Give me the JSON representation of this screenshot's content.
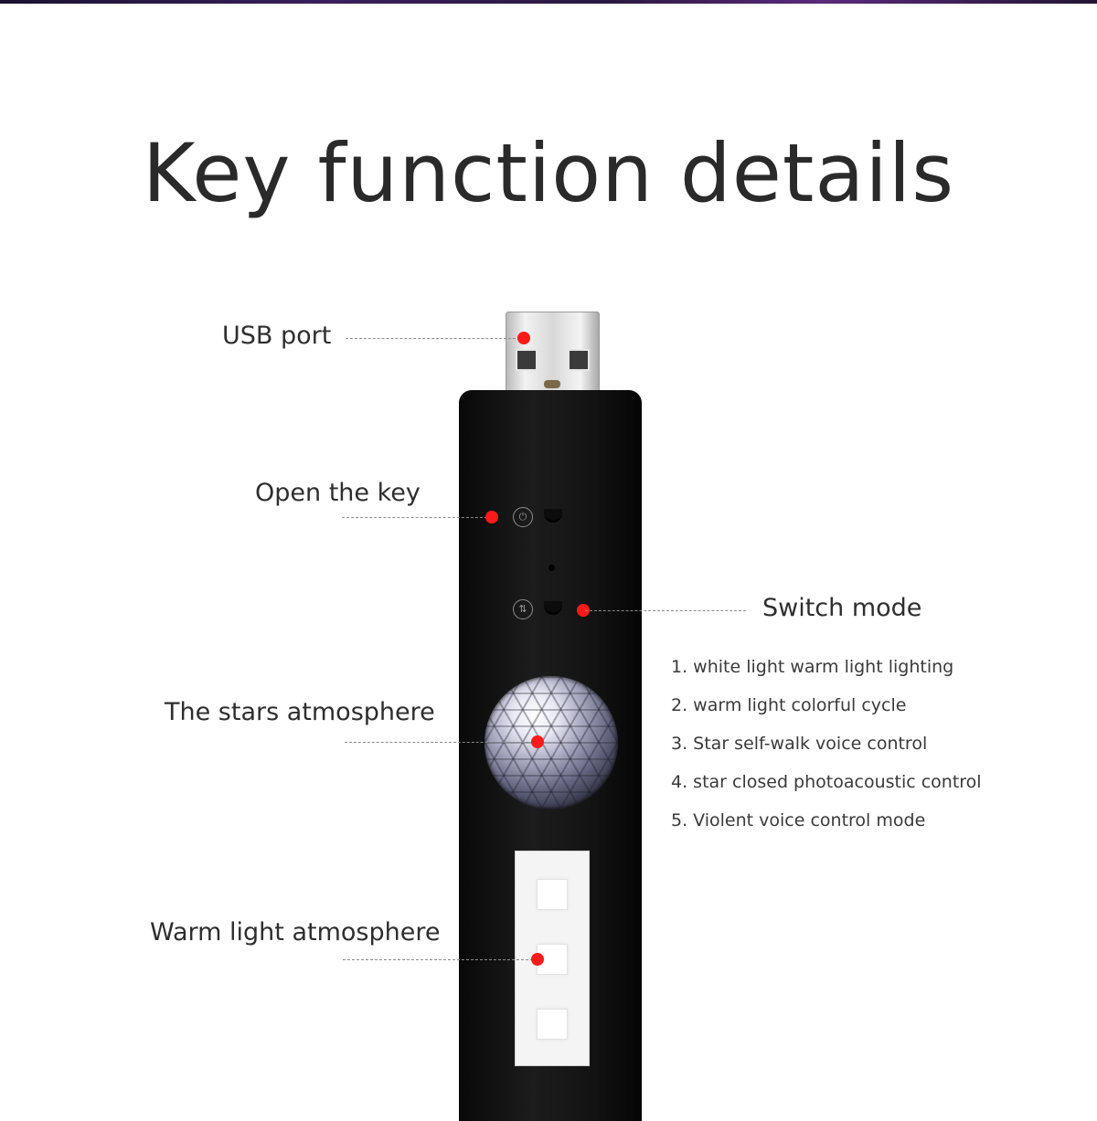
{
  "title": "Key function details",
  "labels": {
    "usb_port": "USB port",
    "open_key": "Open the key",
    "switch_mode": "Switch mode",
    "stars_atmosphere": "The stars atmosphere",
    "warm_light": "Warm light atmosphere"
  },
  "modes": [
    "1. white light warm light lighting",
    "2. warm light colorful cycle",
    "3. Star self-walk voice control",
    "4. star closed photoacoustic control",
    "5. Violent voice control mode"
  ],
  "colors": {
    "callout_dot": "#ff1a1a",
    "device_body": "#141414",
    "title_text": "#2a2a2a"
  },
  "icons": {
    "power": "power-icon",
    "mode": "mode-switch-icon"
  }
}
